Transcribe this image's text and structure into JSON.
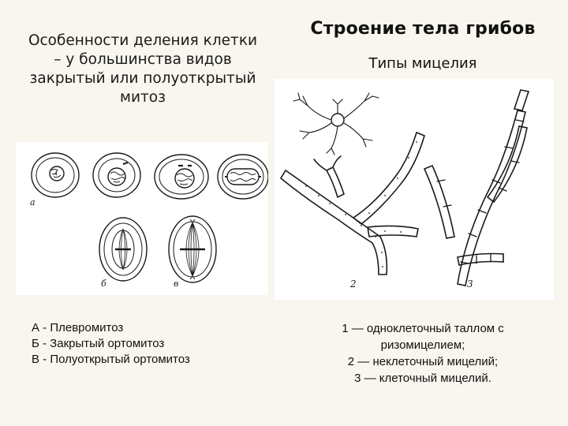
{
  "left": {
    "heading_lines": [
      "Особенности деления клетки",
      "– у большинства видов",
      "закрытый или полуоткрытый",
      "митоз"
    ],
    "figure_labels": {
      "a": "а",
      "b": "б",
      "v": "в"
    },
    "legend": [
      "А - Плевромитоз",
      "Б - Закрытый ортомитоз",
      "В - Полуоткрытый ортомитоз"
    ]
  },
  "right": {
    "title": "Строение тела грибов",
    "subtitle": "Типы мицелия",
    "figure_labels": {
      "n2": "2",
      "n3": "3"
    },
    "legend": [
      "1 — одноклеточный таллом с",
      "ризомицелием;",
      "2 — неклеточный мицелий;",
      "3 — клеточный мицелий."
    ]
  },
  "colors": {
    "background": "#f8f6ee",
    "figure_background": "#ffffff",
    "ink": "#1a1a1a"
  }
}
